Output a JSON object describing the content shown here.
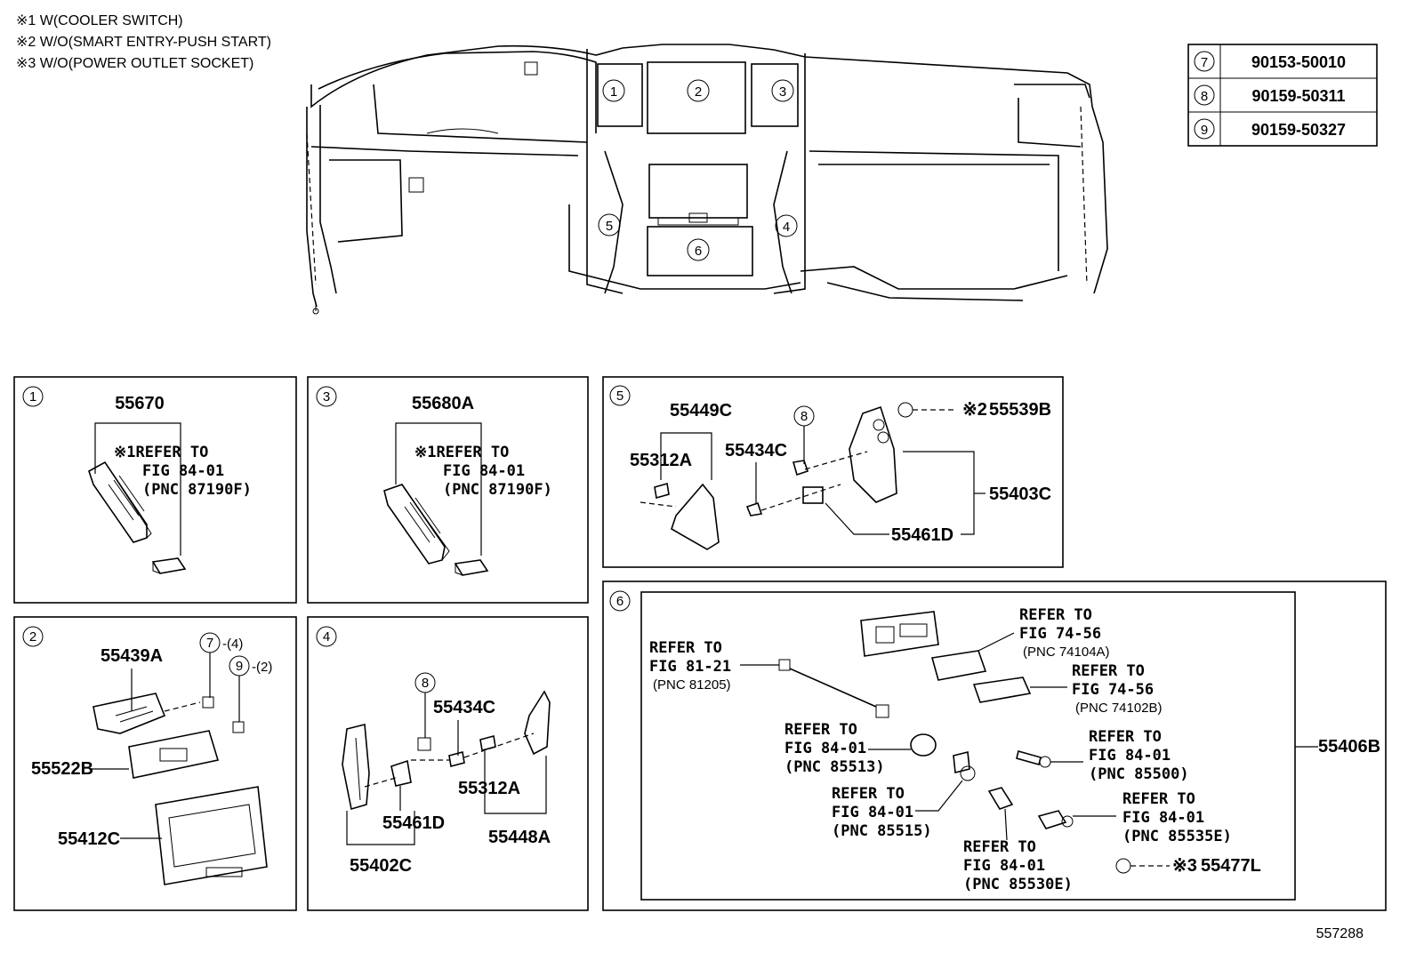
{
  "notes": [
    "※1 W(COOLER SWITCH)",
    "※2 W/O(SMART ENTRY-PUSH START)",
    "※3 W/O(POWER OUTLET SOCKET)"
  ],
  "fastener_table": [
    {
      "ref": "7",
      "part": "90153-50010"
    },
    {
      "ref": "8",
      "part": "90159-50311"
    },
    {
      "ref": "9",
      "part": "90159-50327"
    }
  ],
  "overview_callouts": [
    "1",
    "2",
    "3",
    "4",
    "5",
    "6"
  ],
  "panel1": {
    "index": "1",
    "part": "55670",
    "refer": [
      "※1REFER TO",
      "FIG 84-01",
      "(PNC 87190F)"
    ]
  },
  "panel3": {
    "index": "3",
    "part": "55680A",
    "refer": [
      "※1REFER TO",
      "FIG 84-01",
      "(PNC 87190F)"
    ]
  },
  "panel5": {
    "index": "5",
    "parts": [
      "55449C",
      "55312A",
      "55434C",
      "55539B",
      "55403C",
      "55461D"
    ],
    "callout": "8",
    "note_mark": "※2"
  },
  "panel2": {
    "index": "2",
    "parts": [
      "55439A",
      "55522B",
      "55412C"
    ],
    "callout7": "7",
    "qty7": "-(4)",
    "callout9": "9",
    "qty9": "-(2)"
  },
  "panel4": {
    "index": "4",
    "parts": [
      "55434C",
      "55312A",
      "55461D",
      "55448A",
      "55402C"
    ],
    "callout": "8"
  },
  "panel6": {
    "index": "6",
    "assembly": "55406B",
    "part_55477L": "55477L",
    "note_mark": "※3",
    "refs": [
      [
        "REFER TO",
        "FIG 74-56",
        "(PNC 74104A)"
      ],
      [
        "REFER TO",
        "FIG 74-56",
        "(PNC 74102B)"
      ],
      [
        "REFER TO",
        "FIG 81-21",
        "(PNC 81205)"
      ],
      [
        "REFER TO",
        "FIG 84-01",
        "(PNC 85513)"
      ],
      [
        "REFER TO",
        "FIG 84-01",
        "(PNC 85500)"
      ],
      [
        "REFER TO",
        "FIG 84-01",
        "(PNC 85515)"
      ],
      [
        "REFER TO",
        "FIG 84-01",
        "(PNC 85535E)"
      ],
      [
        "REFER TO",
        "FIG 84-01",
        "(PNC 85530E)"
      ]
    ]
  },
  "figure_id": "557288"
}
